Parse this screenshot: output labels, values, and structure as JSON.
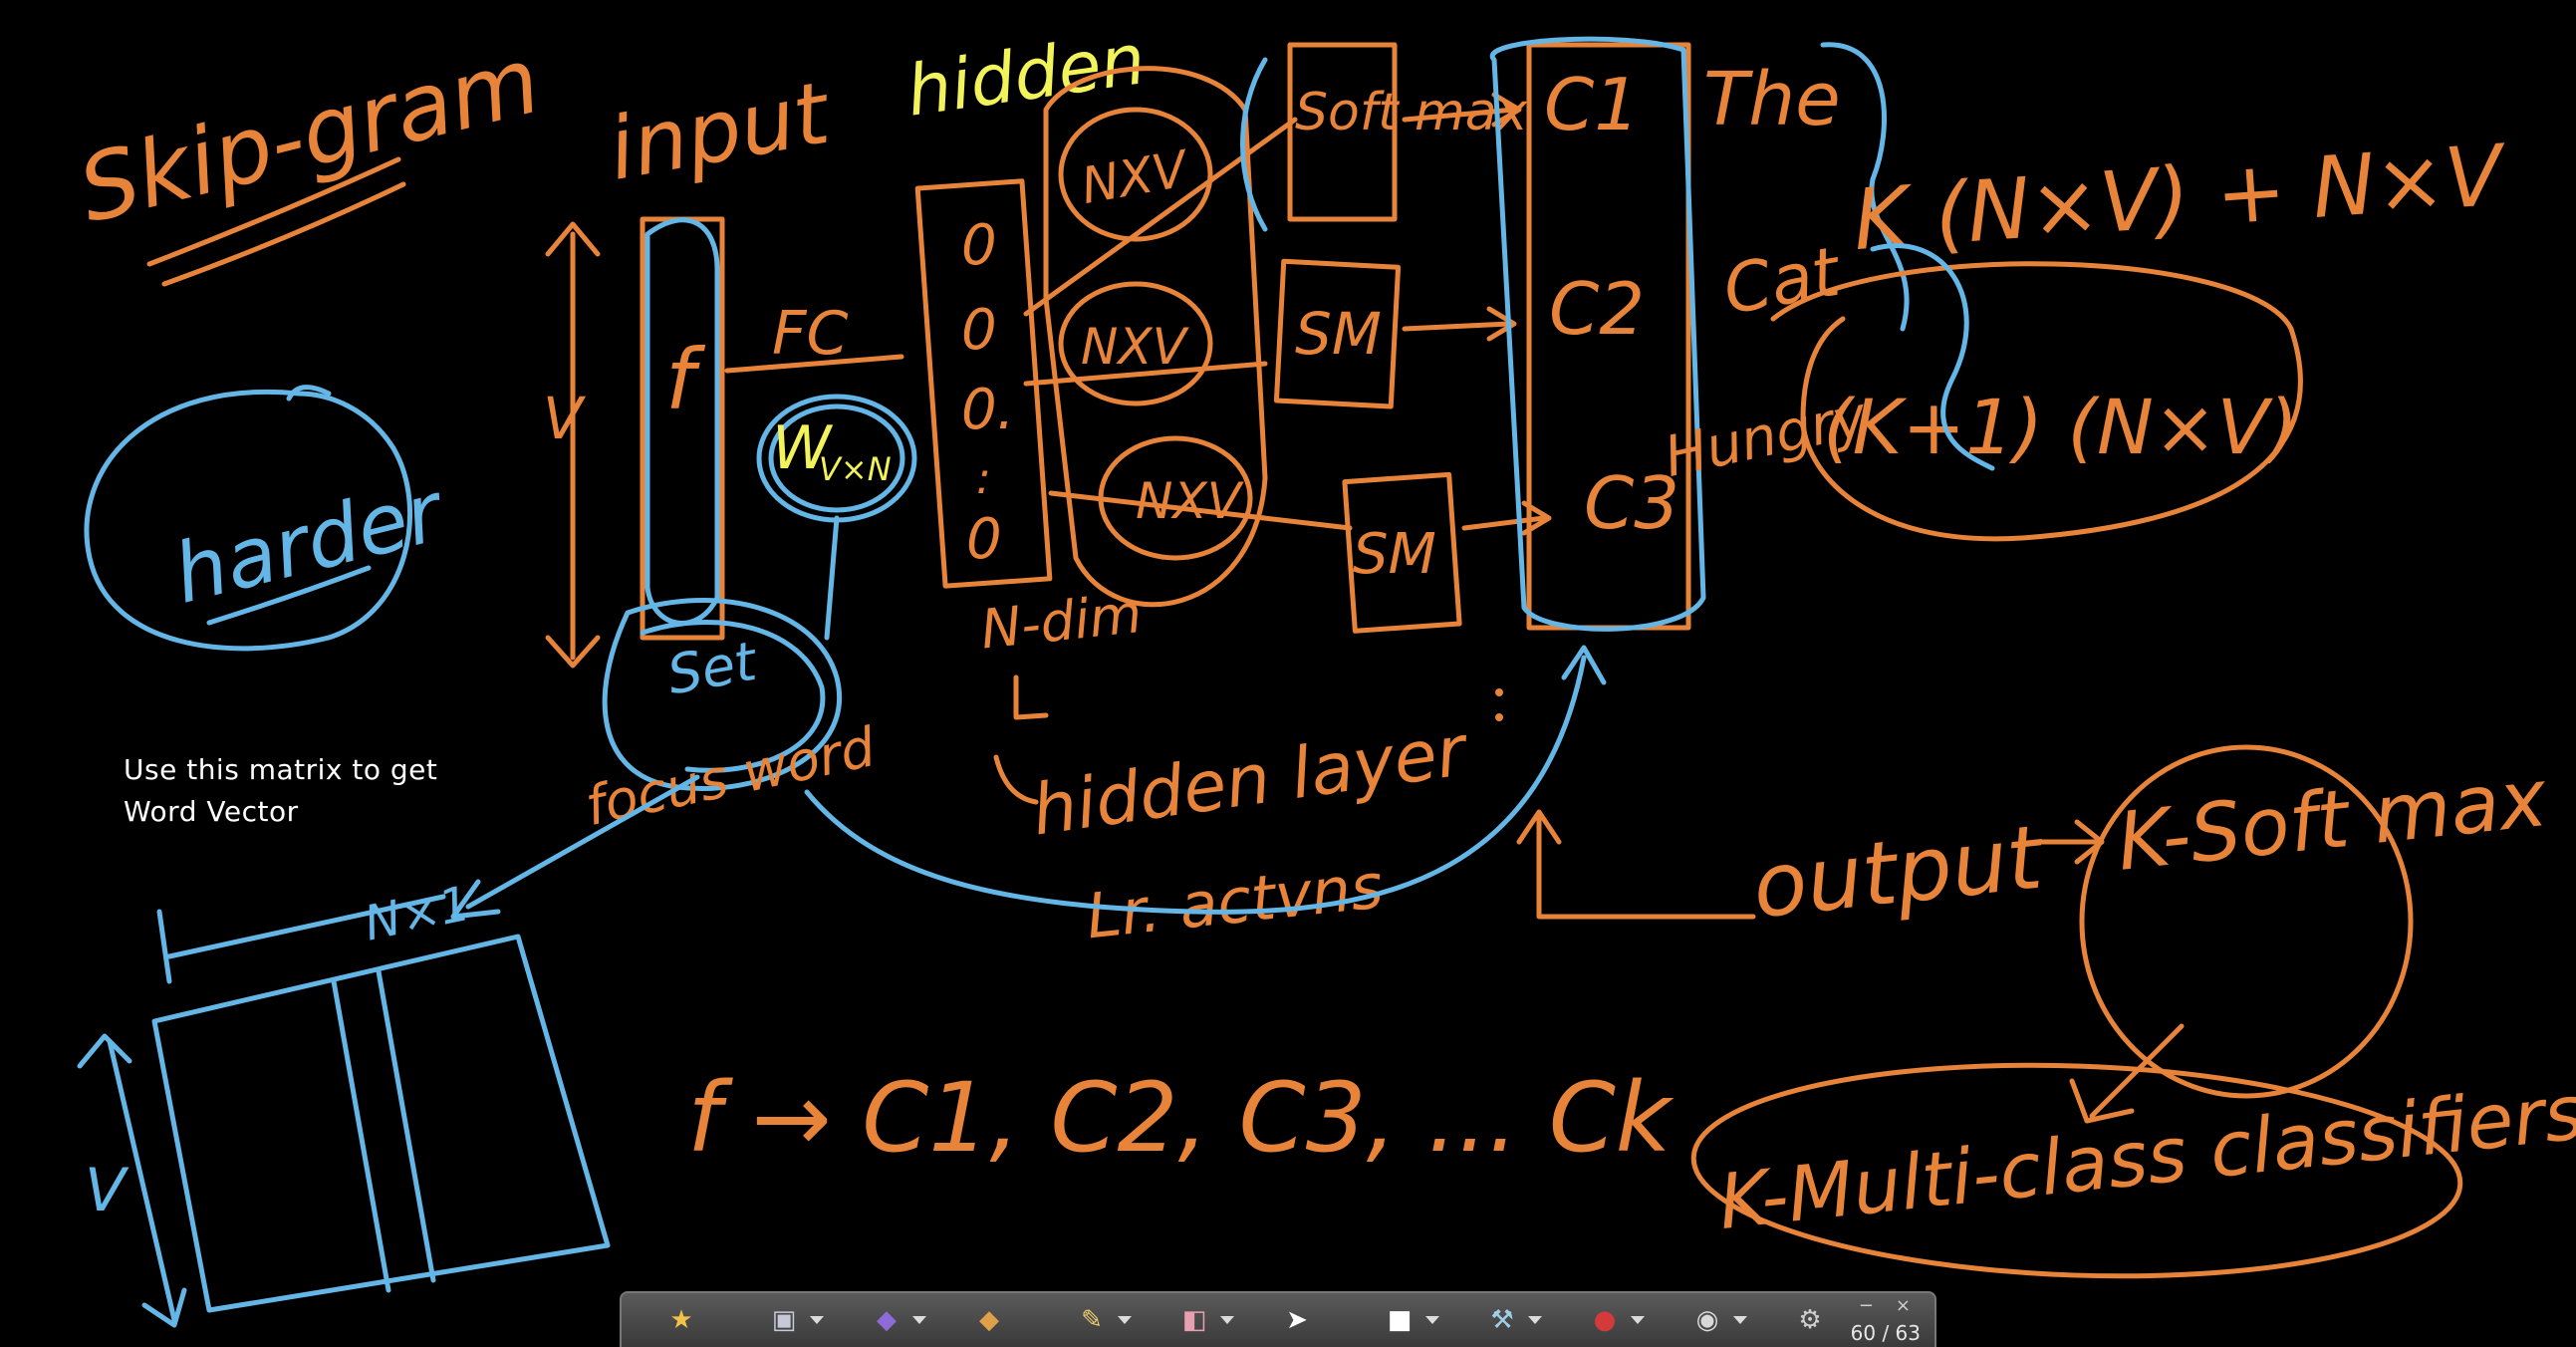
{
  "board": {
    "title": "Skip-gram",
    "harder": "harder",
    "input_label": "input",
    "input_letter": "f",
    "v_label": "V",
    "fc_label": "FC",
    "weight_W": "W",
    "weight_sub": "V×N",
    "set_label": "Set",
    "focus_word": "focus word",
    "hidden_label": "hidden",
    "n_dim": "N-dim",
    "hidden_units": [
      "0",
      "0",
      "0.",
      ":",
      "0"
    ],
    "hidden_layer_note": "hidden layer",
    "activations_note": "Lr. actvns",
    "nxv_labels": [
      "NXV",
      "NXV",
      "NXV"
    ],
    "softmax_labels": [
      "Soft max",
      "SM",
      "SM"
    ],
    "context_outputs": [
      "C1",
      "C2",
      "C3"
    ],
    "context_words": [
      "The",
      "Cat",
      "Hungry"
    ],
    "formula_1": "K (N×V) + N×V",
    "formula_2": "(K+1) (N×V)",
    "output_note": "output",
    "k_softmax": "K-Soft max",
    "k_multiclass": "K-Multi-class classifiers",
    "mapping": "f → C1, C2, C3, ... Ck",
    "matrix_n": "N×1",
    "matrix_v": "V"
  },
  "annotation": {
    "line1": "Use this matrix to get",
    "line2": "Word Vector"
  },
  "toolbar": {
    "tools": [
      {
        "icon": "star-pen-icon",
        "glyph": "★"
      },
      {
        "icon": "save-icon",
        "glyph": "▣"
      },
      {
        "icon": "highlighter-icon",
        "glyph": "◆"
      },
      {
        "icon": "marker-icon",
        "glyph": "◆"
      },
      {
        "icon": "pencil-icon",
        "glyph": "✎"
      },
      {
        "icon": "eraser-icon",
        "glyph": "◧"
      },
      {
        "icon": "pointer-icon",
        "glyph": "➤"
      },
      {
        "icon": "rectangle-icon",
        "glyph": "■"
      },
      {
        "icon": "hammer-icon",
        "glyph": "⚒"
      },
      {
        "icon": "record-icon",
        "glyph": "●"
      },
      {
        "icon": "webcam-icon",
        "glyph": "◉"
      },
      {
        "icon": "gear-icon",
        "glyph": "⚙"
      }
    ],
    "minimize": "−",
    "close": "×",
    "page_counter": "60 / 63",
    "colors": {
      "orange_ink": "#e8843a",
      "blue_ink": "#64b6e6",
      "yellow_ink": "#f2f25a",
      "record_red": "#d43a3a"
    }
  }
}
